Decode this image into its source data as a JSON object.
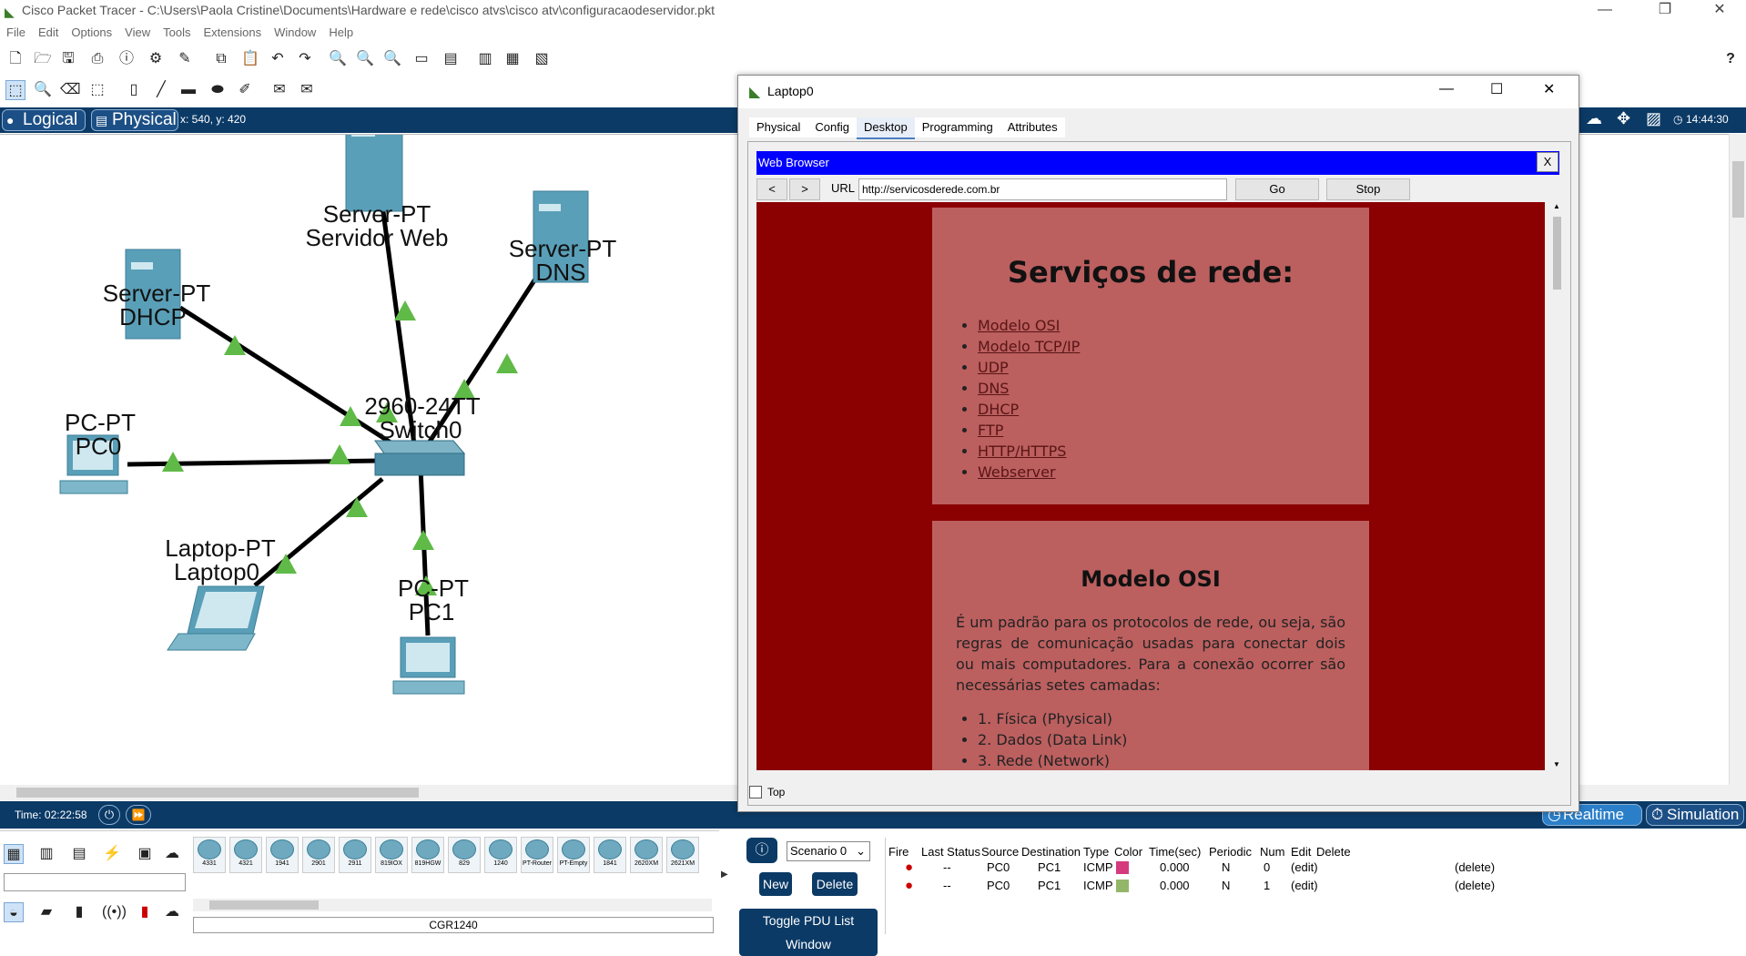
{
  "app": {
    "title": "Cisco Packet Tracer - C:\\Users\\Paola Cristine\\Documents\\Hardware e rede\\cisco atvs\\cisco atv\\configuracaodeservidor.pkt"
  },
  "menu": [
    "File",
    "Edit",
    "Options",
    "View",
    "Tools",
    "Extensions",
    "Window",
    "Help"
  ],
  "modes": {
    "logical": "Logical",
    "physical": "Physical",
    "coords": "x: 540, y: 420",
    "clock": "14:44:30"
  },
  "devices": [
    {
      "name": "Server-PT",
      "label": "Servidor Web"
    },
    {
      "name": "Server-PT",
      "label": "DNS"
    },
    {
      "name": "Server-PT",
      "label": "DHCP"
    },
    {
      "name": "PC-PT",
      "label": "PC0"
    },
    {
      "name": "2960-24TT",
      "label": "Switch0"
    },
    {
      "name": "Laptop-PT",
      "label": "Laptop0"
    },
    {
      "name": "PC-PT",
      "label": "PC1"
    }
  ],
  "time": {
    "label": "Time: 02:22:58"
  },
  "sim": {
    "realtime": "Realtime",
    "simulation": "Simulation"
  },
  "device_models": [
    "4331",
    "4321",
    "1941",
    "2901",
    "2911",
    "819IOX",
    "819HGW",
    "829",
    "1240",
    "PT-Router",
    "PT-Empty",
    "1841",
    "2620XM",
    "2621XM"
  ],
  "device_status": "CGR1240",
  "scenario": {
    "value": "Scenario 0",
    "new": "New",
    "delete": "Delete",
    "toggle": "Toggle PDU List Window"
  },
  "pdu_headers": [
    "Fire",
    "Last Status",
    "Source",
    "Destination",
    "Type",
    "Color",
    "Time(sec)",
    "Periodic",
    "Num",
    "Edit",
    "Delete"
  ],
  "pdu_rows": [
    {
      "fire": "●",
      "status": "--",
      "source": "PC0",
      "dest": "PC1",
      "type": "ICMP",
      "color": "#d43a7c",
      "time": "0.000",
      "periodic": "N",
      "num": "0",
      "edit": "(edit)",
      "delete": "(delete)"
    },
    {
      "fire": "●",
      "status": "--",
      "source": "PC0",
      "dest": "PC1",
      "type": "ICMP",
      "color": "#94b66a",
      "time": "0.000",
      "periodic": "N",
      "num": "1",
      "edit": "(edit)",
      "delete": "(delete)"
    }
  ],
  "laptop": {
    "title": "Laptop0",
    "tabs": [
      "Physical",
      "Config",
      "Desktop",
      "Programming",
      "Attributes"
    ],
    "browser": {
      "title": "Web Browser",
      "close": "X",
      "back": "<",
      "forward": ">",
      "url_label": "URL",
      "url": "http://servicosderede.com.br",
      "go": "Go",
      "stop": "Stop"
    },
    "top_label": "Top",
    "page": {
      "heading": "Serviços de rede:",
      "links": [
        "Modelo OSI",
        "Modelo TCP/IP",
        "UDP",
        "DNS",
        "DHCP",
        "FTP",
        "HTTP/HTTPS",
        "Webserver"
      ],
      "section_title": "Modelo OSI",
      "section_text": "É um padrão para os protocolos de rede, ou seja, são regras de comunicação usadas para conectar dois ou mais computadores. Para a conexão ocorrer são necessárias setes camadas:",
      "layers": [
        "1. Física (Physical)",
        "2. Dados (Data Link)",
        "3. Rede (Network)"
      ]
    }
  }
}
